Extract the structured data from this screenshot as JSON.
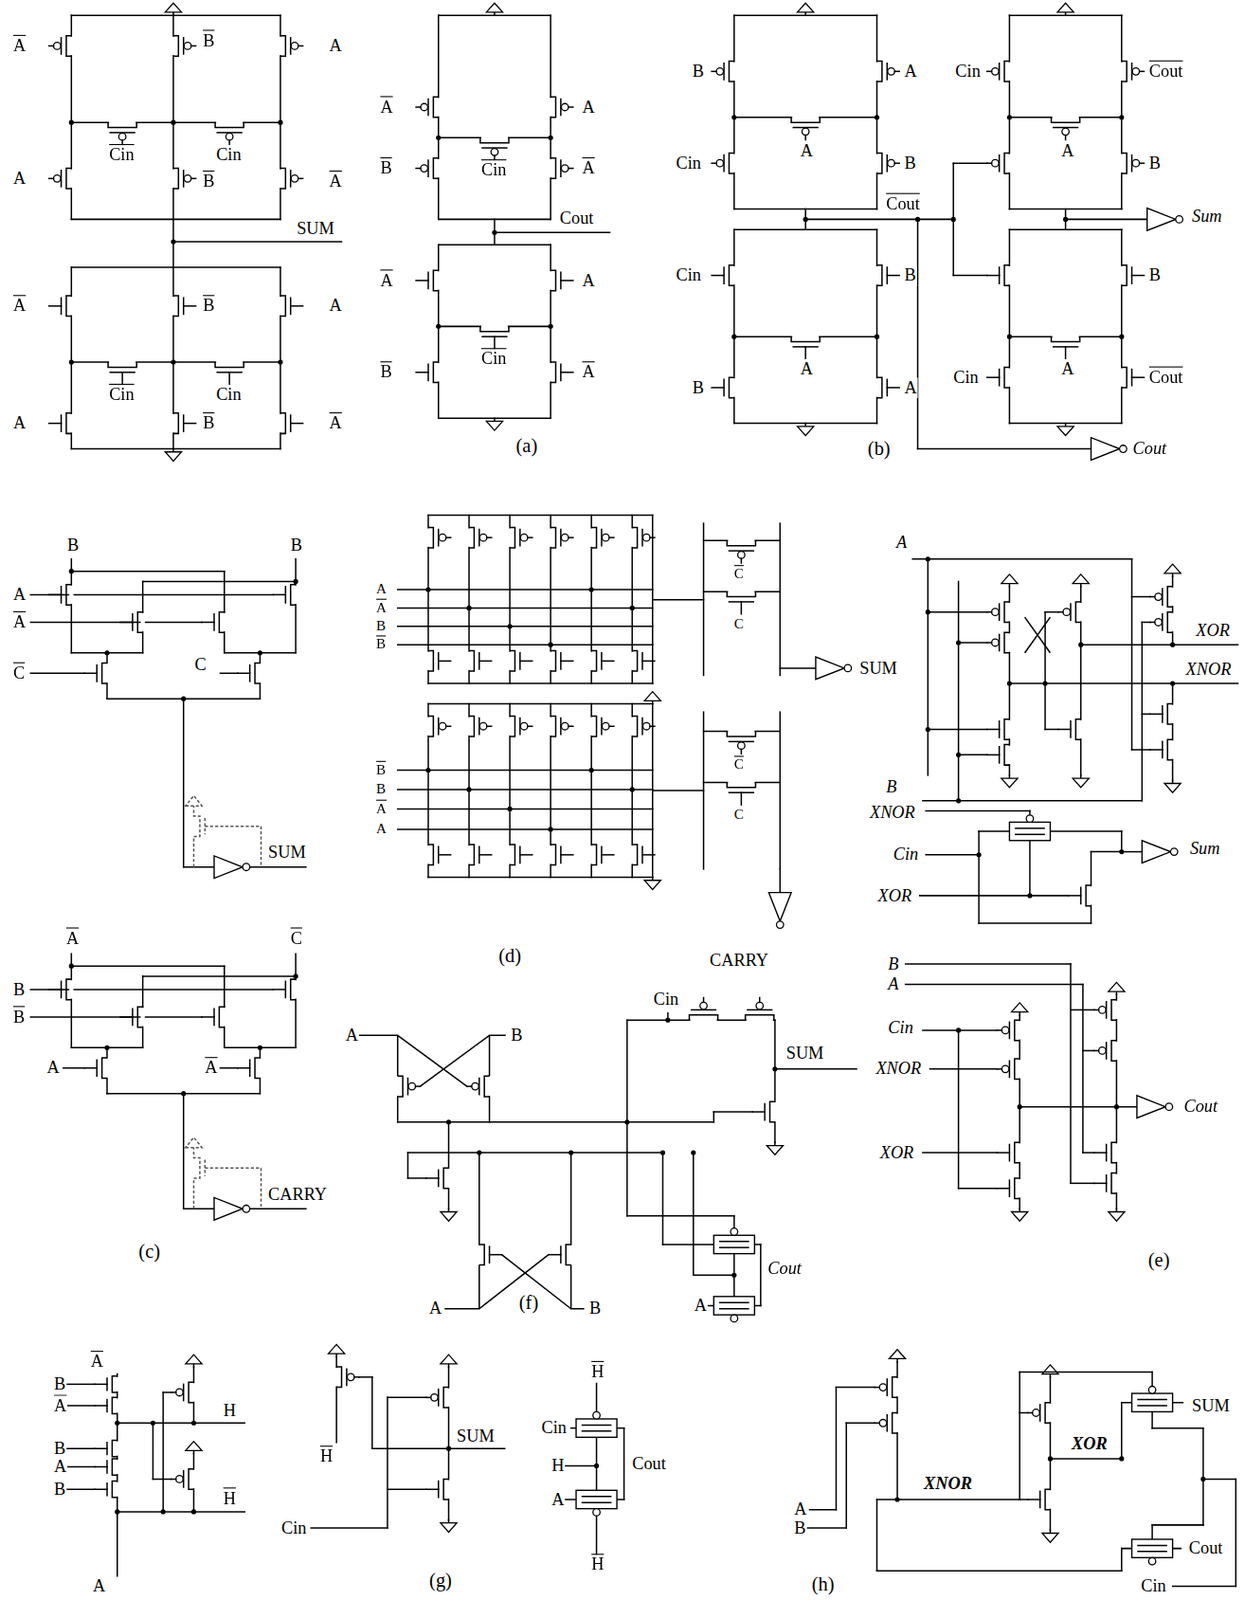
{
  "diagram": {
    "labels": [
      "A",
      "B",
      "A",
      "Cin",
      "Cin",
      "A",
      "B",
      "A",
      "SUM",
      "A",
      "B",
      "A",
      "Cin",
      "Cin",
      "A",
      "B",
      "A",
      "A",
      "A",
      "B",
      "Cin",
      "A",
      "Cout",
      "A",
      "A",
      "B",
      "Cin",
      "A",
      "(a)",
      "B",
      "A",
      "Cin",
      "Cout",
      "Cin",
      "A",
      "B",
      "A",
      "B",
      "Cout",
      "Sum",
      "Cin",
      "B",
      "B",
      "Cin",
      "A",
      "A",
      "Cout",
      "B",
      "A",
      "Cout",
      "(b)",
      "B",
      "B",
      "A",
      "A",
      "C",
      "C",
      "SUM",
      "A",
      "C",
      "B",
      "B",
      "A",
      "A",
      "CARRY",
      "(c)",
      "A",
      "A",
      "B",
      "B",
      "C",
      "C",
      "SUM",
      "B",
      "B",
      "A",
      "A",
      "C",
      "C",
      "(d)",
      "CARRY",
      "A",
      "XOR",
      "XNOR",
      "B",
      "XNOR",
      "Cin",
      "Sum",
      "XOR",
      "B",
      "A",
      "Cin",
      "XNOR",
      "Cout",
      "XOR",
      "(e)",
      "A",
      "B",
      "Cin",
      "SUM",
      "Cout",
      "(f)",
      "A",
      "B",
      "A",
      "A",
      "B",
      "A",
      "H",
      "B",
      "A",
      "B",
      "H",
      "A",
      "H",
      "SUM",
      "Cin",
      "(g)",
      "H",
      "Cin",
      "H",
      "Cout",
      "A",
      "H",
      "A",
      "B",
      "XNOR",
      "XOR",
      "SUM",
      "Cout",
      "Cin",
      "(h)"
    ]
  }
}
